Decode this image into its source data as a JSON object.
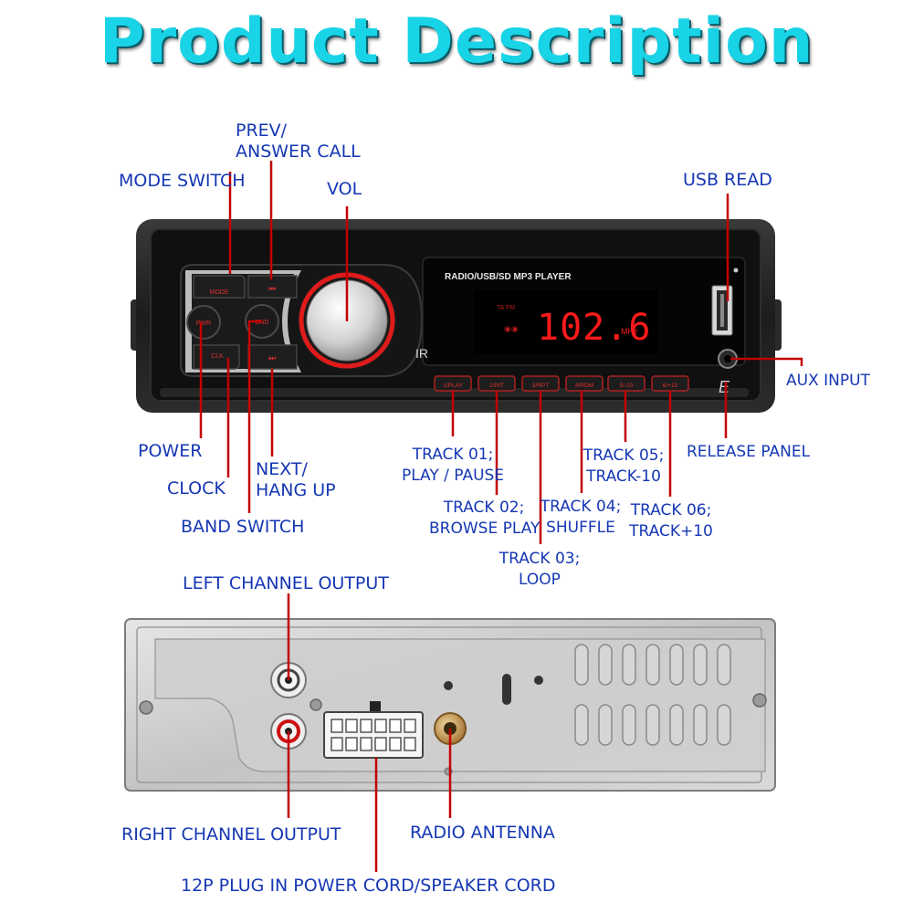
{
  "title": "Product Description",
  "front": {
    "brand_text": "RADIO/USB/SD MP3  PLAYER",
    "display_value": "102.6",
    "display_unit": "MHz",
    "display_indicator": "TA FM",
    "button_labels": {
      "mode": "MODE",
      "pwr": "PWR",
      "clk": "CLK",
      "band": "BND",
      "track_01": "1/PLAY",
      "track_02": "2/INT",
      "track_03": "3/RPT",
      "track_04": "4/RDM",
      "track_05": "5/-10",
      "track_06": "6/+10"
    },
    "labels": {
      "prev": [
        "PREV/",
        "ANSWER CALL"
      ],
      "mode_switch": "MODE SWITCH",
      "vol": "VOL",
      "usb_read": "USB READ",
      "aux_input": "AUX INPUT",
      "power": "POWER",
      "clock": "CLOCK",
      "next": [
        "NEXT/",
        "HANG UP"
      ],
      "band_switch": "BAND SWITCH",
      "track01": [
        "TRACK 01;",
        "PLAY / PAUSE"
      ],
      "track02": [
        "TRACK 02;",
        "BROWSE PLAY"
      ],
      "track03": [
        "TRACK 03;",
        "LOOP"
      ],
      "track04": [
        "TRACK 04;",
        "SHUFFLE"
      ],
      "track05": [
        "TRACK 05;",
        "TRACK-10"
      ],
      "track06": [
        "TRACK 06;",
        "TRACK+10"
      ],
      "release_panel": "RELEASE PANEL"
    }
  },
  "back": {
    "labels": {
      "left_channel": "LEFT CHANNEL OUTPUT",
      "right_channel": "RIGHT CHANNEL OUTPUT",
      "radio_antenna": "RADIO ANTENNA",
      "power_plug": "12P PLUG IN POWER CORD/SPEAKER CORD"
    }
  },
  "colors": {
    "title": "#19d3e6",
    "label": "#1537b4",
    "leader": "#c40000",
    "display": "#ff1a1a"
  }
}
